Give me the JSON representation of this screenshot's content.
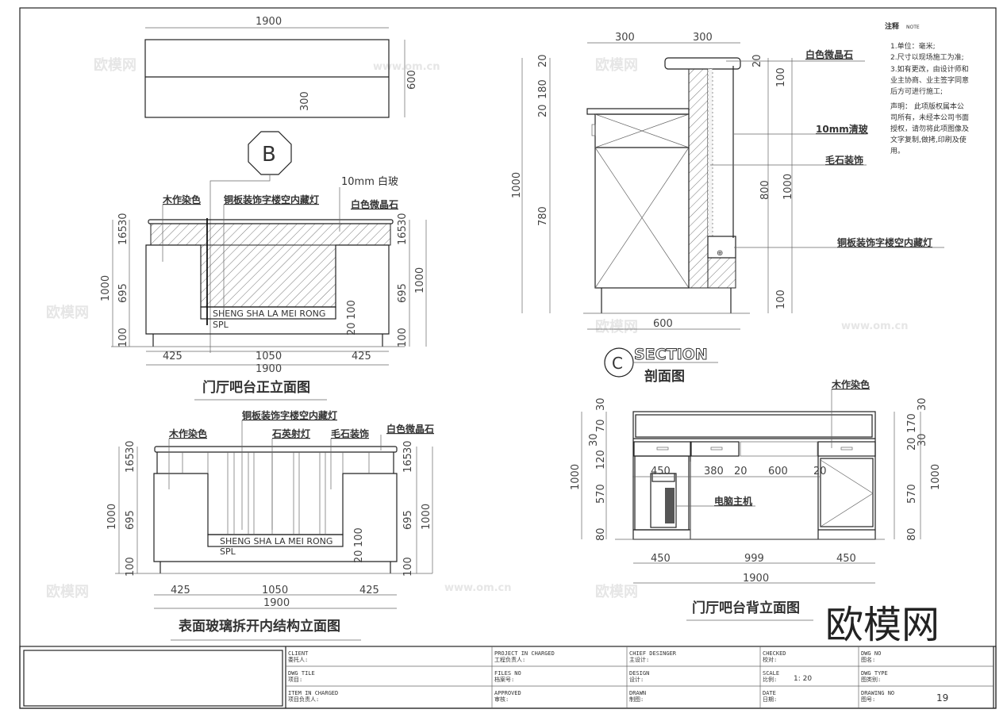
{
  "plan": {
    "dims": [
      "1900",
      "600",
      "300"
    ]
  },
  "detail_marker_b": "B",
  "front": {
    "title": "门厅吧台正立面图",
    "labels": [
      "木作染色",
      "铜板装饰字楼空内藏灯",
      "10mm 白玻",
      "白色微晶石"
    ],
    "sign_text": "SHENG SHA LA MEI RONG",
    "sign_sub": "SPL",
    "dims": [
      "1000",
      "695",
      "165",
      "30",
      "100",
      "695",
      "165",
      "30",
      "100",
      "1000",
      "20",
      "100",
      "425",
      "1050",
      "425",
      "1900"
    ]
  },
  "inner": {
    "title": "表面玻璃拆开内结构立面图",
    "labels": [
      "木作染色",
      "铜板装饰字楼空内藏灯",
      "石英射灯",
      "毛石装饰",
      "白色微晶石"
    ],
    "sign_text": "SHENG SHA LA MEI RONG",
    "sign_sub": "SPL",
    "dims": [
      "1000",
      "695",
      "165",
      "30",
      "100",
      "695",
      "165",
      "30",
      "100",
      "1000",
      "20",
      "100",
      "425",
      "1050",
      "425",
      "1900"
    ]
  },
  "section": {
    "marker": "C",
    "title_en": "SECTION",
    "title": "剖面图",
    "labels": [
      "白色微晶石",
      "10mm清玻",
      "毛石装饰",
      "铜板装饰字楼空内藏灯"
    ],
    "dims": [
      "300",
      "300",
      "1000",
      "20",
      "180",
      "20",
      "780",
      "20",
      "100",
      "800",
      "1000",
      "100",
      "600"
    ]
  },
  "back": {
    "title": "门厅吧台背立面图",
    "labels": [
      "木作染色",
      "电脑主机"
    ],
    "dims": [
      "1000",
      "30",
      "70",
      "30",
      "120",
      "570",
      "80",
      "30",
      "170",
      "20",
      "30",
      "570",
      "80",
      "1000",
      "450",
      "380",
      "20",
      "600",
      "20",
      "450",
      "999",
      "450",
      "1900"
    ]
  },
  "notes": {
    "heading": "注释",
    "heading_en": "NOTE",
    "items": [
      "1.单位：毫米;",
      "2.尺寸以现场施工为准;",
      "3.如有更改，由设计师和",
      "业主协商、业主签字同意",
      "后方可进行施工;"
    ],
    "statement": [
      "声明：  此项版权属本公",
      "司所有，未经本公司书面",
      "授权，请勿将此项图像及",
      "文字复制,做拷,印刷及使",
      "用。"
    ]
  },
  "title_block": {
    "cells": [
      [
        "CLIENT",
        "委托人:"
      ],
      [
        "PROJECT IN CHARGED",
        "工程负责人:"
      ],
      [
        "CHIEF  DESINGER",
        "主设计:"
      ],
      [
        "CHECKED",
        "校对:"
      ],
      [
        "DWG  NO",
        "图名:"
      ],
      [
        "DWG  TILE",
        "项目:"
      ],
      [
        "FILES  NO",
        "档案号:"
      ],
      [
        "DESIGN",
        "设计:"
      ],
      [
        "SCALE",
        "比例:"
      ],
      [
        "DWG  TYPE",
        "图类别:"
      ],
      [
        "ITEM  IN  CHARGED",
        "项目负责人:"
      ],
      [
        "APPROVED",
        "审核:"
      ],
      [
        "DRAWN",
        "制图:"
      ],
      [
        "DATE",
        "日期:"
      ],
      [
        "DRAWING  NO",
        "图号:"
      ]
    ],
    "scale_value": "1: 20",
    "drawing_no_value": "19"
  },
  "watermark": {
    "logo": "欧模网",
    "small": "欧模网",
    "url": "www.om.cn"
  }
}
